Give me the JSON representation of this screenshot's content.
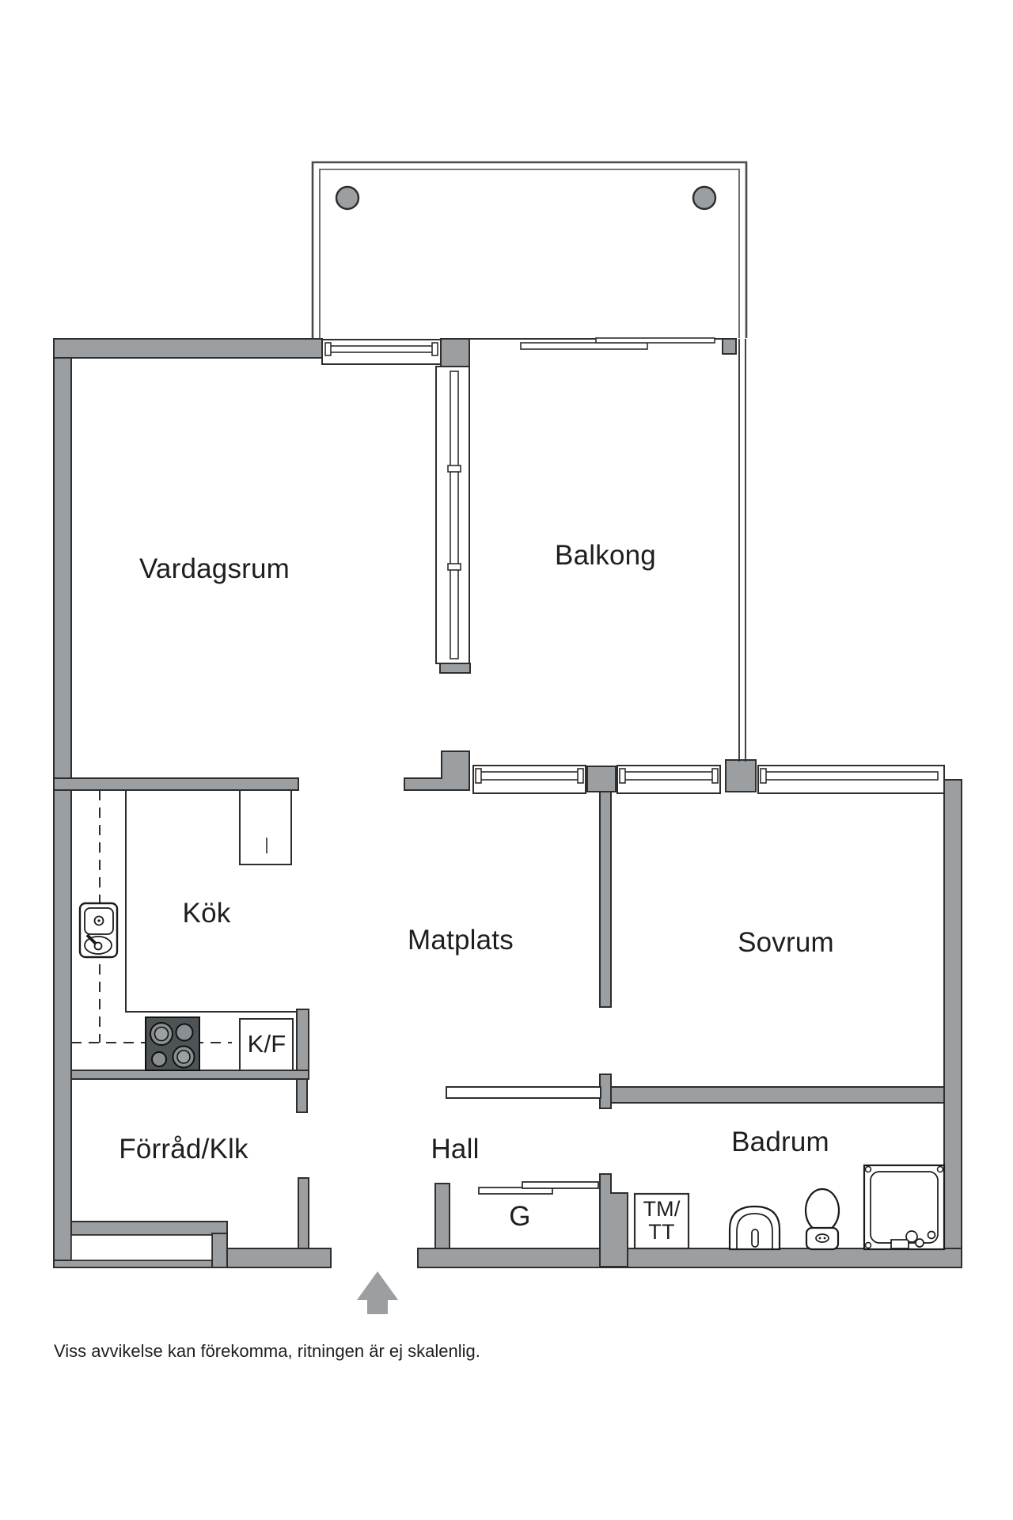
{
  "plan": {
    "rooms": [
      {
        "id": "vardagsrum",
        "label": "Vardagsrum"
      },
      {
        "id": "balkong",
        "label": "Balkong"
      },
      {
        "id": "kok",
        "label": "Kök"
      },
      {
        "id": "matplats",
        "label": "Matplats"
      },
      {
        "id": "sovrum",
        "label": "Sovrum"
      },
      {
        "id": "forrad",
        "label": "Förråd/Klk"
      },
      {
        "id": "hall",
        "label": "Hall"
      },
      {
        "id": "badrum",
        "label": "Badrum"
      }
    ],
    "fixtures": {
      "fridge_freezer": "K/F",
      "wardrobe": "G",
      "washer_dryer": "TM/\nTT"
    },
    "footnote": "Viss avvikelse kan förekomma, ritningen är ej skalenlig.",
    "colors": {
      "wall": "#9b9fa1",
      "outline": "#2e2e2e",
      "stove": "#4e5356",
      "text": "#1e1e1e",
      "background": "#ffffff"
    }
  }
}
